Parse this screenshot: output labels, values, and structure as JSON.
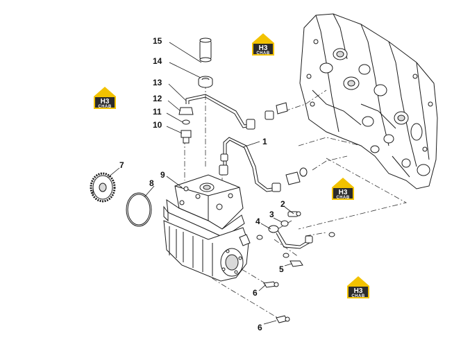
{
  "colors": {
    "line": "#1a1a1a",
    "part_fill": "#ffffff",
    "shade": "#d9d9d9",
    "logo_yellow": "#f2c200",
    "logo_dark": "#2b2b2b"
  },
  "logo": {
    "mark": "H3",
    "sub": "CHAB",
    "count": 4
  },
  "callouts": [
    {
      "id": "1",
      "text": "1"
    },
    {
      "id": "2",
      "text": "2"
    },
    {
      "id": "3",
      "text": "3"
    },
    {
      "id": "4",
      "text": "4"
    },
    {
      "id": "5",
      "text": "5"
    },
    {
      "id": "6a",
      "text": "6"
    },
    {
      "id": "6b",
      "text": "6"
    },
    {
      "id": "7",
      "text": "7"
    },
    {
      "id": "8",
      "text": "8"
    },
    {
      "id": "9",
      "text": "9"
    },
    {
      "id": "10",
      "text": "10"
    },
    {
      "id": "11",
      "text": "11"
    },
    {
      "id": "12",
      "text": "12"
    },
    {
      "id": "13",
      "text": "13"
    },
    {
      "id": "14",
      "text": "14"
    },
    {
      "id": "15",
      "text": "15"
    }
  ]
}
